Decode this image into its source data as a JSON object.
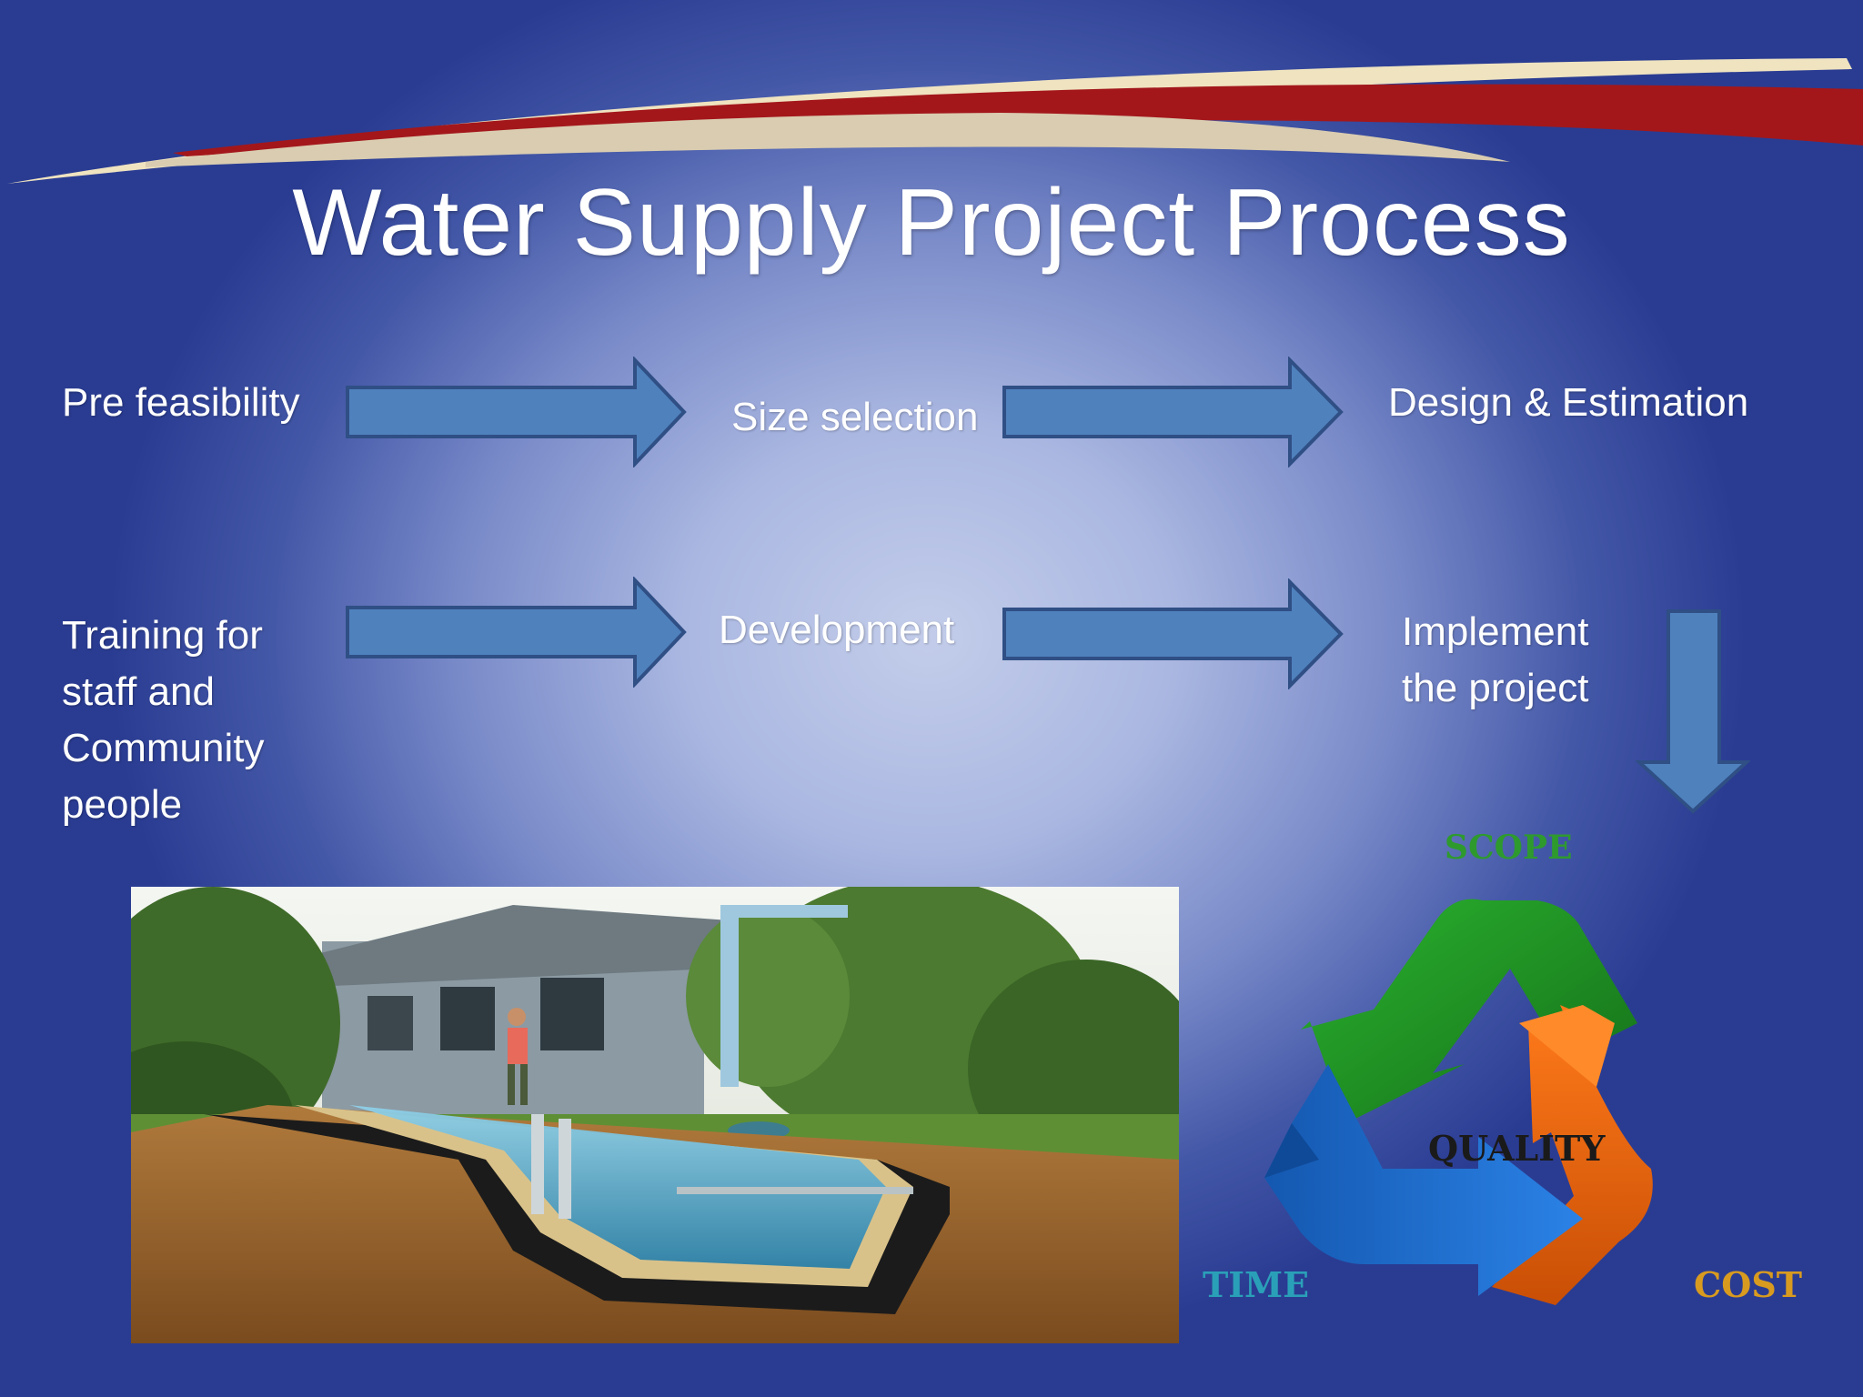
{
  "slide": {
    "title": "Water Supply Project Process"
  },
  "steps": {
    "pre_feasibility": "Pre feasibility",
    "size_selection": "Size selection",
    "design_estimation": "Design & Estimation",
    "training_line1": "Training for",
    "training_line2": "staff and",
    "training_line3": "Community",
    "training_line4": "people",
    "development": "Development",
    "implement_line1": "Implement",
    "implement_line2": "the project"
  },
  "triangle": {
    "scope": "SCOPE",
    "quality": "QUALITY",
    "time": "TIME",
    "cost": "COST"
  },
  "colors": {
    "arrow_fill": "#4f81bd",
    "arrow_stroke": "#2f4f85",
    "scope_green": "#1f9a25",
    "cost_orange": "#f26a0f",
    "time_blue": "#1f6fd0",
    "swoosh_red": "#a3171b",
    "swoosh_cream": "#efe3c0"
  },
  "icons": {
    "flow_arrow": "block-arrow-right",
    "down_arrow": "block-arrow-down",
    "cycle": "recycle-triangle"
  }
}
